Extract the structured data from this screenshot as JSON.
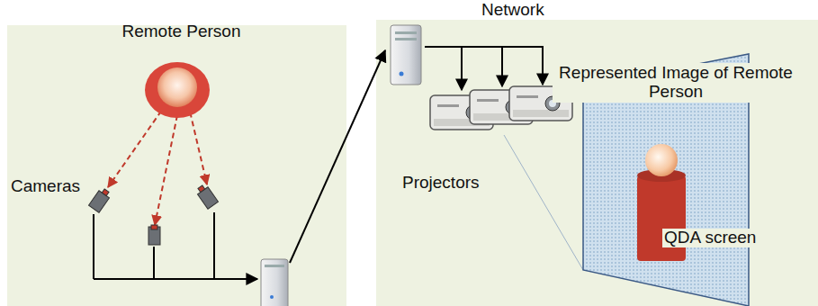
{
  "diagram": {
    "nodes": [
      {
        "text": [
          "Remote Person"
        ]
      },
      {
        "text": [
          "Network"
        ]
      },
      {
        "text": [
          "Projectors"
        ]
      },
      {
        "text": [
          "Represented Image of Remote Person",
          "QDA screen"
        ]
      }
    ],
    "edges": [
      {
        "from": 1,
        "to": 2,
        "arrow": "to"
      }
    ],
    "labels": [
      "Cameras"
    ]
  }
}
